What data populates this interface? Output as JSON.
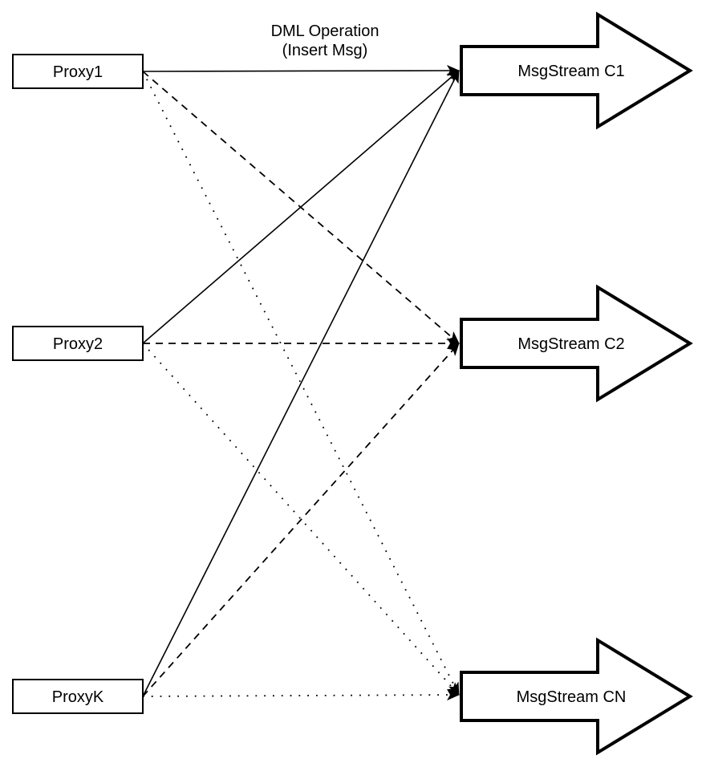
{
  "diagram": {
    "background_color": "#ffffff",
    "ink_color": "#000000",
    "edge_label": {
      "line1": "DML Operation",
      "line2": "(Insert Msg)"
    },
    "proxies": [
      {
        "id": "proxy1",
        "label": "Proxy1"
      },
      {
        "id": "proxy2",
        "label": "Proxy2"
      },
      {
        "id": "proxyk",
        "label": "ProxyK"
      }
    ],
    "streams": [
      {
        "id": "c1",
        "label": "MsgStream C1"
      },
      {
        "id": "c2",
        "label": "MsgStream C2"
      },
      {
        "id": "cn",
        "label": "MsgStream CN"
      }
    ],
    "edges": [
      {
        "from": "proxy1",
        "to": "c1",
        "style": "solid"
      },
      {
        "from": "proxy2",
        "to": "c1",
        "style": "solid"
      },
      {
        "from": "proxyk",
        "to": "c1",
        "style": "solid"
      },
      {
        "from": "proxy1",
        "to": "c2",
        "style": "dashed"
      },
      {
        "from": "proxy2",
        "to": "c2",
        "style": "dashed"
      },
      {
        "from": "proxyk",
        "to": "c2",
        "style": "dashed"
      },
      {
        "from": "proxy1",
        "to": "cn",
        "style": "dotted"
      },
      {
        "from": "proxy2",
        "to": "cn",
        "style": "dotted"
      },
      {
        "from": "proxyk",
        "to": "cn",
        "style": "dotted"
      }
    ]
  }
}
